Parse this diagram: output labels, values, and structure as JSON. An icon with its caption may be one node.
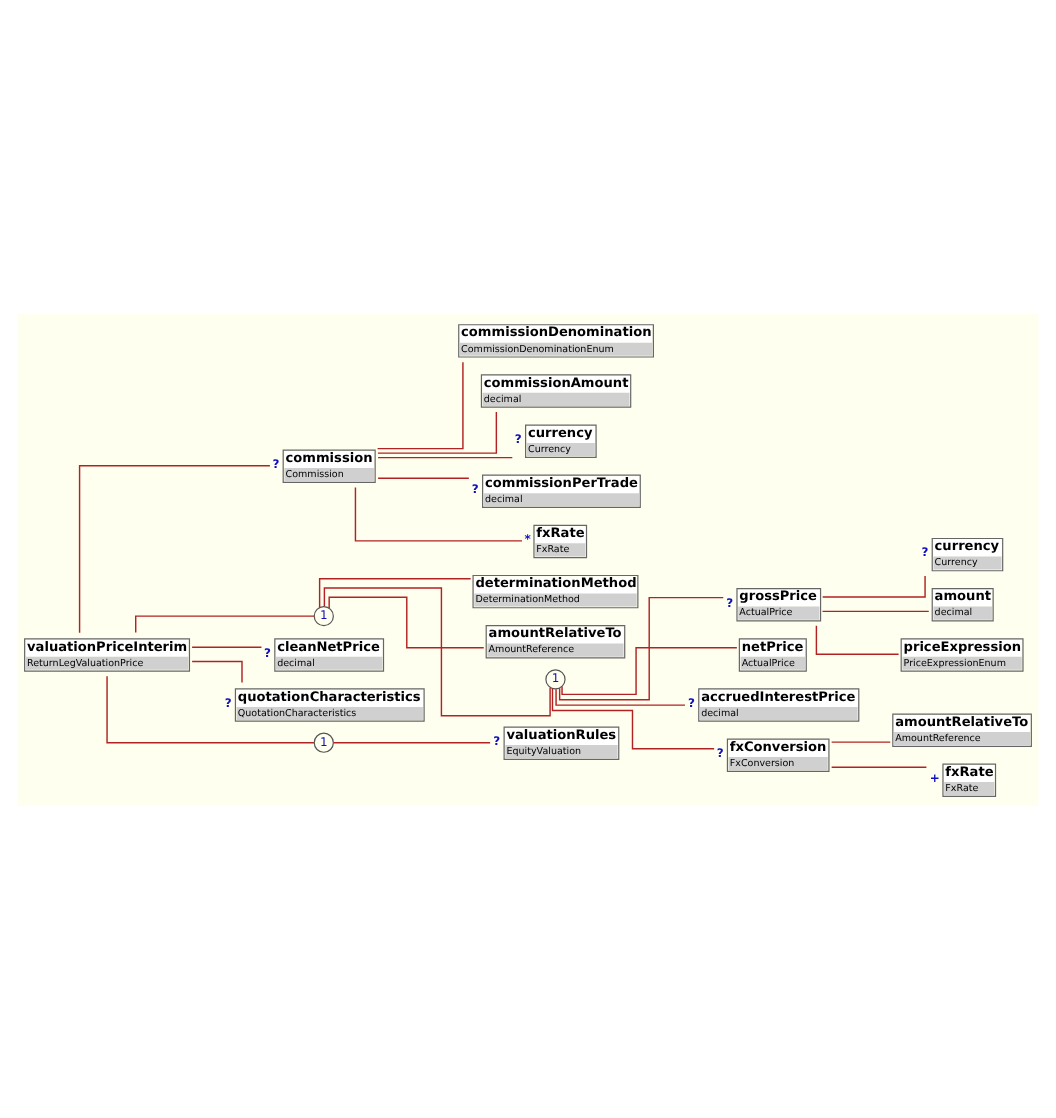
{
  "diagram": {
    "nodes": [
      {
        "text": [
          "valuationPriceInterim",
          "ReturnLegValuationPrice"
        ]
      },
      {
        "text": [
          "commission",
          "Commission"
        ],
        "beside": [
          "?"
        ]
      },
      {
        "text": [
          "commissionDenomination",
          "CommissionDenominationEnum"
        ]
      },
      {
        "text": [
          "commissionAmount",
          "decimal"
        ]
      },
      {
        "text": [
          "currency",
          "Currency"
        ],
        "beside": [
          "?"
        ]
      },
      {
        "text": [
          "commissionPerTrade",
          "decimal"
        ],
        "beside": [
          "?"
        ]
      },
      {
        "text": [
          "fxRate",
          "FxRate"
        ],
        "beside": [
          "*"
        ]
      },
      {
        "text": [
          "1"
        ]
      },
      {
        "text": [
          "determinationMethod",
          "DeterminationMethod"
        ]
      },
      {
        "text": [
          "amountRelativeTo",
          "AmountReference"
        ]
      },
      {
        "text": [
          "1"
        ]
      },
      {
        "text": [
          "grossPrice",
          "ActualPrice"
        ],
        "beside": [
          "?"
        ]
      },
      {
        "text": [
          "currency",
          "Currency"
        ],
        "beside": [
          "?"
        ]
      },
      {
        "text": [
          "amount",
          "decimal"
        ]
      },
      {
        "text": [
          "priceExpression",
          "PriceExpressionEnum"
        ]
      },
      {
        "text": [
          "netPrice",
          "ActualPrice"
        ]
      },
      {
        "text": [
          "accruedInterestPrice",
          "decimal"
        ],
        "beside": [
          "?"
        ]
      },
      {
        "text": [
          "fxConversion",
          "FxConversion"
        ],
        "beside": [
          "?"
        ]
      },
      {
        "text": [
          "amountRelativeTo",
          "AmountReference"
        ]
      },
      {
        "text": [
          "fxRate",
          "FxRate"
        ],
        "beside": [
          "+"
        ]
      },
      {
        "text": [
          "cleanNetPrice",
          "decimal"
        ],
        "beside": [
          "?"
        ]
      },
      {
        "text": [
          "quotationCharacteristics",
          "QuotationCharacteristics"
        ],
        "beside": [
          "?"
        ]
      },
      {
        "text": [
          "1"
        ]
      },
      {
        "text": [
          "valuationRules",
          "EquityValuation"
        ],
        "beside": [
          "?"
        ]
      }
    ],
    "edges": [
      {
        "from": 0,
        "to": 1,
        "arrow": "none"
      },
      {
        "from": 1,
        "to": 2,
        "arrow": "none"
      },
      {
        "from": 1,
        "to": 3,
        "arrow": "none"
      },
      {
        "from": 1,
        "to": 4,
        "arrow": "none"
      },
      {
        "from": 1,
        "to": 5,
        "arrow": "none"
      },
      {
        "from": 1,
        "to": 6,
        "arrow": "none"
      },
      {
        "from": 0,
        "to": 7,
        "arrow": "none"
      },
      {
        "from": 7,
        "to": 8,
        "arrow": "none"
      },
      {
        "from": 7,
        "to": 9,
        "arrow": "none"
      },
      {
        "from": 7,
        "to": 10,
        "arrow": "none"
      },
      {
        "from": 10,
        "to": 11,
        "arrow": "none"
      },
      {
        "from": 11,
        "to": 12,
        "arrow": "none"
      },
      {
        "from": 11,
        "to": 13,
        "arrow": "none"
      },
      {
        "from": 11,
        "to": 14,
        "arrow": "none"
      },
      {
        "from": 10,
        "to": 15,
        "arrow": "none"
      },
      {
        "from": 10,
        "to": 16,
        "arrow": "none"
      },
      {
        "from": 10,
        "to": 17,
        "arrow": "none"
      },
      {
        "from": 17,
        "to": 18,
        "arrow": "none"
      },
      {
        "from": 17,
        "to": 19,
        "arrow": "none"
      },
      {
        "from": 0,
        "to": 20,
        "arrow": "none"
      },
      {
        "from": 0,
        "to": 21,
        "arrow": "none"
      },
      {
        "from": 0,
        "to": 22,
        "arrow": "none"
      },
      {
        "from": 22,
        "to": 23,
        "arrow": "none"
      }
    ]
  }
}
